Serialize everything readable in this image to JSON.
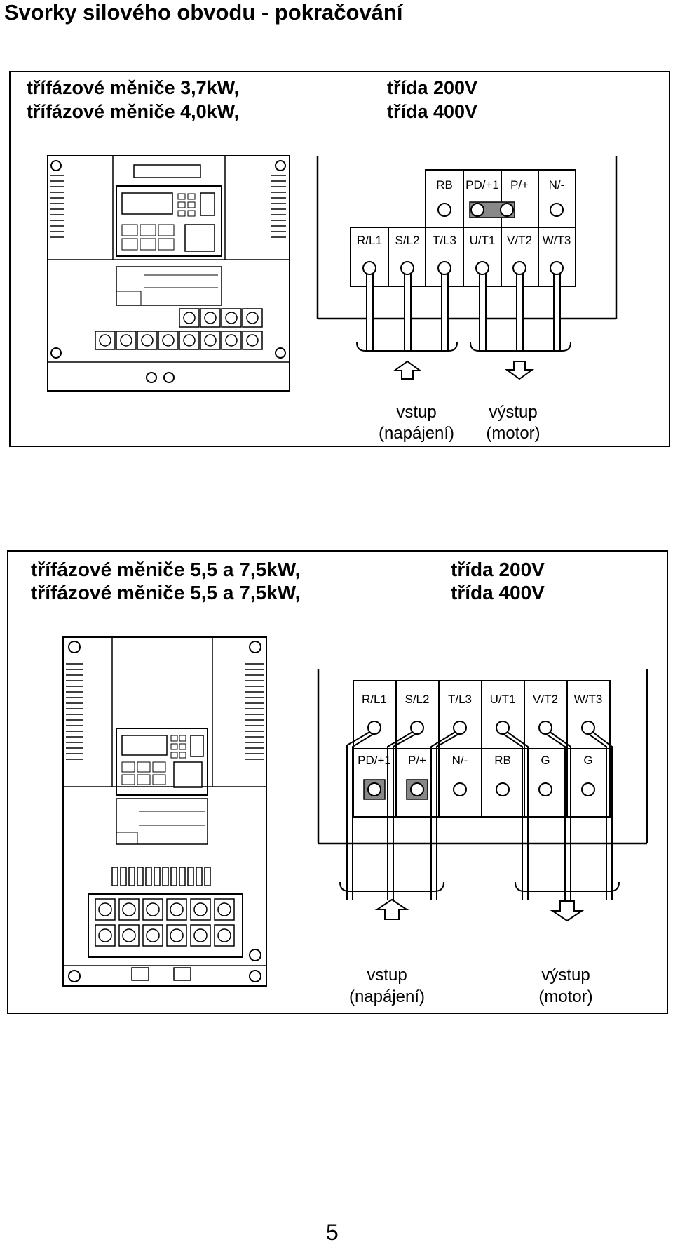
{
  "page_title": "Svorky silového obvodu - pokračování",
  "page_number": "5",
  "section1": {
    "model_line1": "třífázové měniče 3,7kW,",
    "model_line2": "třífázové měniče 4,0kW,",
    "class_line1": "třída 200V",
    "class_line2": "třída 400V",
    "top_terminals": [
      "RB",
      "PD/+1",
      "P/+",
      "N/-"
    ],
    "bottom_terminals": [
      "R/L1",
      "S/L2",
      "T/L3",
      "U/T1",
      "V/T2",
      "W/T3"
    ],
    "input_label": "vstup",
    "input_sub": "(napájení)",
    "output_label": "výstup",
    "output_sub": "(motor)"
  },
  "section2": {
    "model_line1": "třífázové měniče 5,5 a 7,5kW,",
    "model_line2": "třífázové měniče 5,5 a 7,5kW,",
    "class_line1": "třída 200V",
    "class_line2": "třída 400V",
    "top_terminals": [
      "R/L1",
      "S/L2",
      "T/L3",
      "U/T1",
      "V/T2",
      "W/T3"
    ],
    "bottom_terminals": [
      "PD/+1",
      "P/+",
      "N/-",
      "RB",
      "G",
      "G"
    ],
    "input_label": "vstup",
    "input_sub": "(napájení)",
    "output_label": "výstup",
    "output_sub": "(motor)"
  }
}
